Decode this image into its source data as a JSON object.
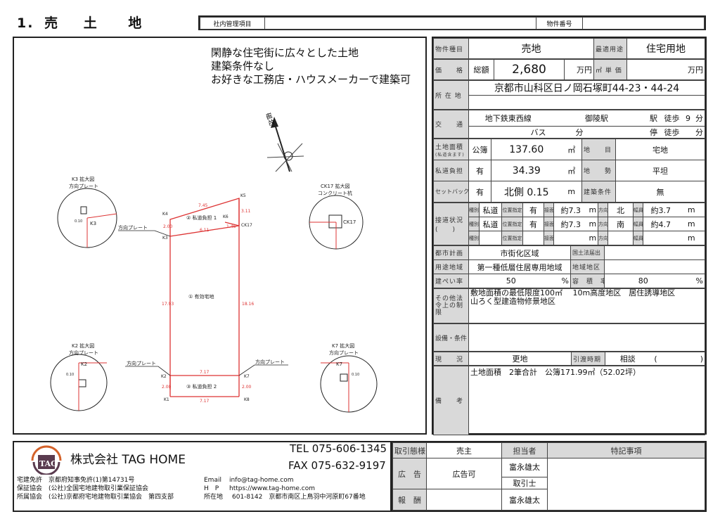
{
  "header": {
    "title_parts": [
      "1.",
      "売",
      "土",
      "地"
    ],
    "admin_label": "社内管理項目",
    "admin_value": "",
    "property_no_label": "物件番号",
    "property_no_value": ""
  },
  "diagram": {
    "catchcopy": [
      "閑静な住宅街に広々とした土地",
      "建築条件なし",
      "お好きな工務店・ハウスメーカーで建築可"
    ],
    "north_label": "磁北",
    "points": [
      "K1",
      "K2",
      "K3",
      "K4",
      "K5",
      "K6",
      "K7",
      "K8",
      "CK17"
    ],
    "lengths": {
      "k4_k5": "7.45",
      "k3_k6": "6.11",
      "k6_ck17": "1.46",
      "k3_k4": "2.00",
      "k5_ck17": "3.11",
      "k3_k2": "17.93",
      "ck17_k7": "18.16",
      "k2_k7": "7.17",
      "k1_k8": "7.17",
      "k2_k1": "2.00",
      "k7_k8": "2.00"
    },
    "areas": {
      "a1": "① 有効宅地",
      "a2": "② 私道負担 1",
      "a3": "③ 私道負担 2"
    },
    "plate": "方向プレート",
    "details": [
      {
        "title": "K3 拡大図",
        "sub": "方向プレート",
        "pt": "K3",
        "dim": "0.10"
      },
      {
        "title": "CK17 拡大図",
        "sub": "コンクリート杭",
        "pt": "CK17",
        "dim": ""
      },
      {
        "title": "K2 拡大図",
        "sub": "方向プレート",
        "pt": "K2",
        "dim": "0.10"
      },
      {
        "title": "K7 拡大図",
        "sub": "方向プレート",
        "pt": "K7",
        "dim": "0.10"
      }
    ]
  },
  "spec": {
    "type_label": "物件種目",
    "type": "売地",
    "use_label": "最適用途",
    "use": "住宅用地",
    "price_label": "価　　格",
    "total_label": "総額",
    "price": "2,680",
    "price_unit": "万円",
    "unit_price_label": "㎡ 単 価",
    "unit_price": "",
    "unit_price_unit": "万円",
    "location_label": "所 在 地",
    "location": "京都市山科区日ノ岡石塚町44-23・44-24",
    "location2": "",
    "traffic_label": "交　　通",
    "line": "地下鉄東西線",
    "station": "御陵駅",
    "station_suffix": "駅",
    "walk": "徒歩",
    "walk_min": "9",
    "min": "分",
    "bus": "バス",
    "bus_min": "",
    "stop": "停",
    "walk2": "徒歩",
    "walk2_min": "",
    "area_label": "土地面積",
    "area_note": "(私道含ます)",
    "area_kind": "公簿",
    "area": "137.60",
    "sqm": "㎡",
    "chimoku_label": "地　　目",
    "chimoku": "宅地",
    "private_label": "私道負担",
    "private_has": "有",
    "private_area": "34.39",
    "chisei_label": "地　　勢",
    "chisei": "平坦",
    "setback_label": "セットバック",
    "setback_has": "有",
    "setback": "北側 0.15",
    "m": "m",
    "cond_label": "建築条件",
    "cond": "無",
    "road_label": "接道状況",
    "road_paren": "(　　)",
    "road_heads": {
      "kind": "種別",
      "pos": "位置指定",
      "front": "接面",
      "dir": "方向",
      "width": "幅員"
    },
    "roads": [
      {
        "kind": "私道",
        "pos": "有",
        "front": "約7.3",
        "dir": "北",
        "width": "約3.7"
      },
      {
        "kind": "私道",
        "pos": "有",
        "front": "約7.3",
        "dir": "南",
        "width": "約4.7"
      },
      {
        "kind": "",
        "pos": "",
        "front": "",
        "dir": "",
        "width": ""
      }
    ],
    "city_label": "都市計画",
    "city": "市街化区域",
    "kokudo_label": "国土法届出",
    "kokudo": "",
    "zone_label": "用途地域",
    "zone": "第一種低層住居専用地域",
    "district_label": "地域地区",
    "district": "",
    "bcr_label": "建ぺい率",
    "bcr": "50",
    "pct": "%",
    "far_label": "容　積　率",
    "far": "80",
    "law_label": "その他法令上の制限",
    "law1": "敷地面積の最低限度100㎡　 10m高度地区　居住誘導地区",
    "law2": "山ろく型建造物修景地区",
    "equip_label": "設備・条件",
    "equip": "",
    "status_label": "現　　況",
    "status": "更地",
    "handover_label": "引渡時期",
    "handover": "相談",
    "handover_paren_l": "(",
    "handover_paren_r": ")",
    "notes_label": "備　　考",
    "notes": "土地面積　2筆合計　公簿171.99㎡（52.02坪）"
  },
  "footer": {
    "company": "株式会社 TAG HOME",
    "logo_text": "TAG",
    "tel": "TEL 075-606-1345",
    "fax": "FAX 075-632-9197",
    "license": "宅建免許　京都府知事免許(1)第14731号",
    "guarantee": "保証協会　(公社)全国宅地建物取引業保証協会",
    "assoc": "所属協会　(公社)京都府宅地建物取引業協会　第四支部",
    "email_label": "Email",
    "email": "info@tag-home.com",
    "hp_label": "H　P",
    "hp": "https://www.tag-home.com",
    "addr_label": "所在地",
    "addr": "601-8142　京都市南区上鳥羽中河原町67番地",
    "deal_label": "取引態様",
    "deal": "売主",
    "ad_label": "広　告",
    "ad": "広告可",
    "fee_label": "報　酬",
    "fee": "",
    "staff_label": "担当者",
    "staff": "富永雄太",
    "agent_label": "取引士",
    "agent": "富永雄太",
    "special_label": "特記事項",
    "special": ""
  }
}
